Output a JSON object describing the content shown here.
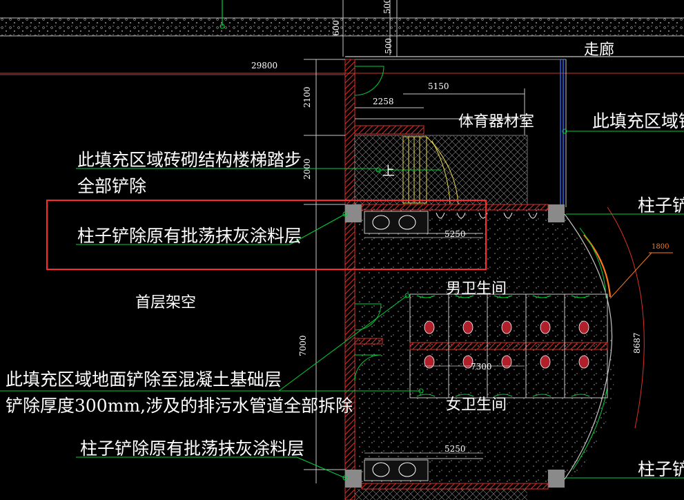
{
  "dimensions": {
    "top_500_a": "500",
    "top_600": "600",
    "top_500_b": "500",
    "overall_width": "29800",
    "vert_2100": "2100",
    "vert_2000": "2000",
    "vert_7000": "7000",
    "room_width_5150": "5150",
    "stair_2258": "2258",
    "wash_row_top": "5250",
    "wash_row_bottom": "5250",
    "stall_block": "7300",
    "arc_radius": "8687",
    "arc_1800": "1800"
  },
  "rooms": {
    "corridor": "走廊",
    "sports_equipment_room": "体育器材室",
    "mens_toilet": "男卫生间",
    "womens_toilet": "女卫生间",
    "ground_floor_open": "首层架空",
    "stair_up": "上"
  },
  "annotations": {
    "stair_fill_line1": "此填充区域砖砌结构楼梯踏步",
    "stair_fill_line2": "全部铲除",
    "column_plaster_top": "柱子铲除原有批荡抹灰涂料层",
    "floor_fill_line1": "此填充区域地面铲除至混凝土基础层",
    "floor_fill_line2": "铲除厚度300mm,涉及的排污水管道全部拆除",
    "column_plaster_bottom": "柱子铲除原有批荡抹灰涂料层",
    "right_fill_truncated": "此填充区域铲",
    "right_column_top_truncated": "柱子铲",
    "right_column_bottom_truncated": "柱子铲"
  },
  "colors": {
    "background": "#000000",
    "wall_red": "#d8322b",
    "leader_green": "#00d23a",
    "dim_line": "#c8c8c8",
    "highlight_box": "#ff2b2b",
    "window_blue": "#2f6bff",
    "column_grey": "#8a8a8a",
    "arc_orange": "#ff7a1a"
  }
}
